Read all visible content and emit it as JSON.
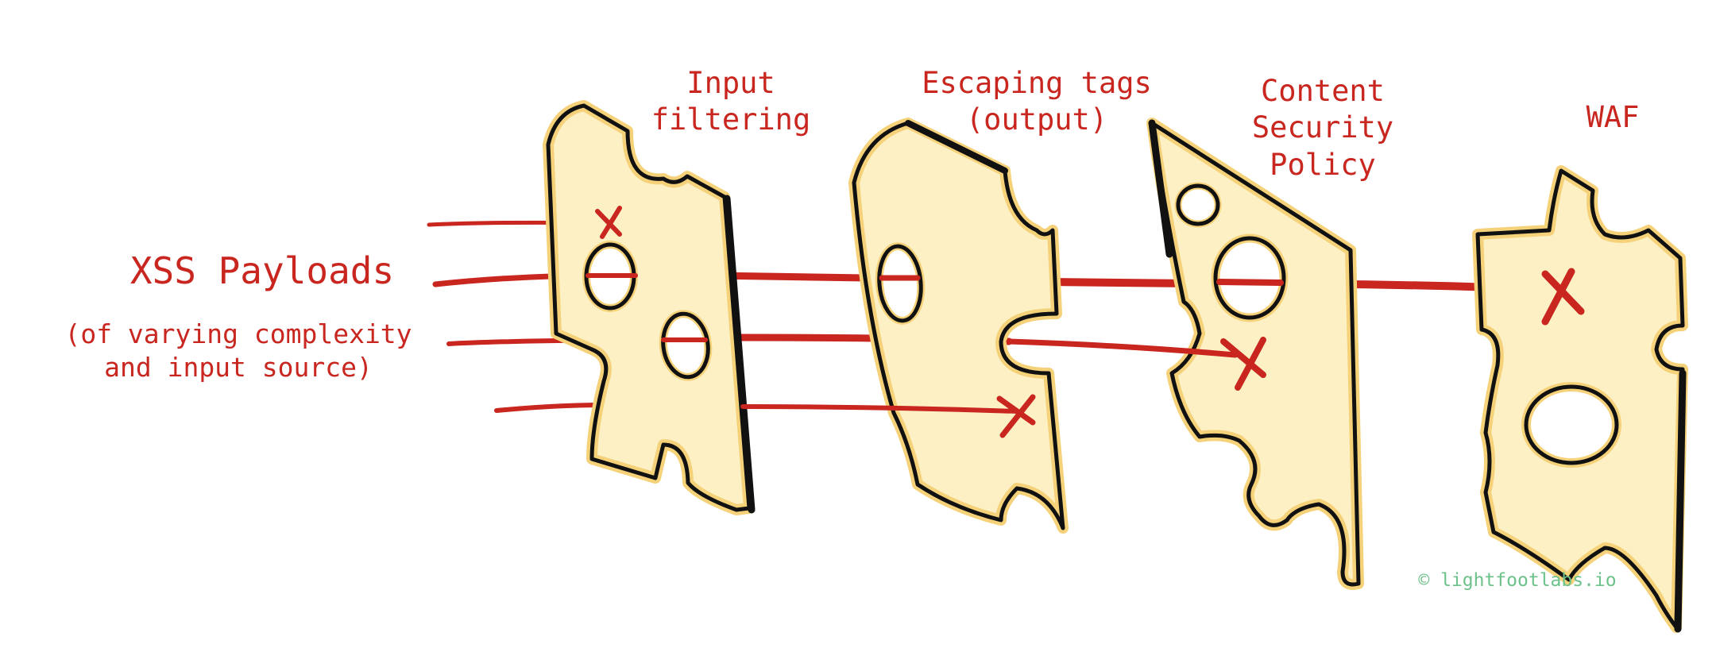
{
  "colors": {
    "accent": "#c8261f",
    "cheese_fill": "#fdf0c4",
    "cheese_rim": "#f5d27a",
    "outline": "#111111",
    "credit": "#6cc28a"
  },
  "threat": {
    "title": "XSS Payloads",
    "subtitle_line1": "(of varying complexity",
    "subtitle_line2": "and input source)"
  },
  "layers": [
    {
      "label_lines": [
        "Input",
        "filtering"
      ]
    },
    {
      "label_lines": [
        "Escaping tags",
        "(output)"
      ]
    },
    {
      "label_lines": [
        "Content",
        "Security",
        "Policy"
      ]
    },
    {
      "label_lines": [
        "WAF"
      ]
    }
  ],
  "credit": "© lightfootlabs.io"
}
